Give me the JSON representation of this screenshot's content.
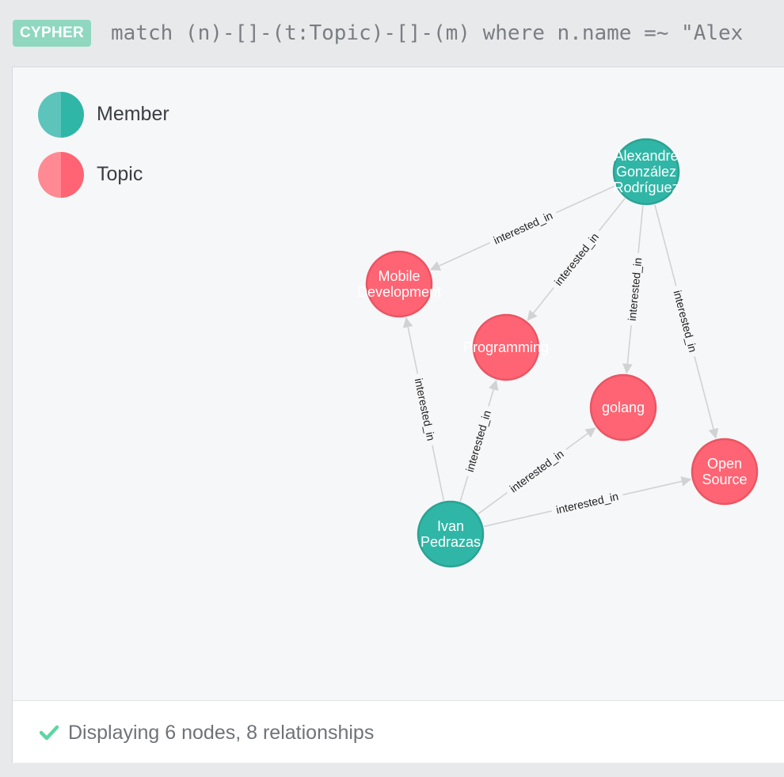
{
  "query_bar": {
    "badge": "CYPHER",
    "query": "match (n)-[]-(t:Topic)-[]-(m) where n.name =~ \"Alex"
  },
  "legend": [
    {
      "label": "Member",
      "color": "#30b6a6",
      "color_light": "#5cc4bb"
    },
    {
      "label": "Topic",
      "color": "#fe6473",
      "color_light": "#ff8a93"
    }
  ],
  "graph": {
    "nodes": [
      {
        "id": "alex",
        "type": "Member",
        "lines": [
          "Alexandre",
          "González",
          "Rodríguez"
        ]
      },
      {
        "id": "ivan",
        "type": "Member",
        "lines": [
          "Ivan",
          "Pedrazas"
        ]
      },
      {
        "id": "mobile",
        "type": "Topic",
        "lines": [
          "Mobile",
          "Development"
        ]
      },
      {
        "id": "programming",
        "type": "Topic",
        "lines": [
          "Programming"
        ]
      },
      {
        "id": "golang",
        "type": "Topic",
        "lines": [
          "golang"
        ]
      },
      {
        "id": "opensource",
        "type": "Topic",
        "lines": [
          "Open",
          "Source"
        ]
      }
    ],
    "relationships": [
      {
        "from": "alex",
        "to": "mobile",
        "label": "interested_in"
      },
      {
        "from": "alex",
        "to": "programming",
        "label": "interested_in"
      },
      {
        "from": "alex",
        "to": "golang",
        "label": "interested_in"
      },
      {
        "from": "alex",
        "to": "opensource",
        "label": "interested_in"
      },
      {
        "from": "ivan",
        "to": "mobile",
        "label": "interested_in"
      },
      {
        "from": "ivan",
        "to": "programming",
        "label": "interested_in"
      },
      {
        "from": "ivan",
        "to": "golang",
        "label": "interested_in"
      },
      {
        "from": "ivan",
        "to": "opensource",
        "label": "interested_in"
      }
    ]
  },
  "status": {
    "icon": "check-icon",
    "text": "Displaying 6 nodes, 8 relationships",
    "color": "#5ed6a4"
  }
}
